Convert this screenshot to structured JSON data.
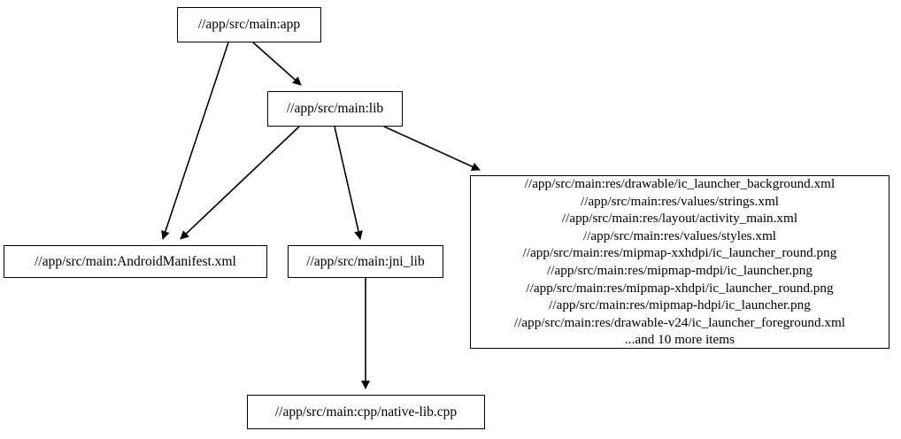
{
  "graph": {
    "type": "directed-dependency-graph",
    "background_color": "#ffffff",
    "node_border_color": "#000000",
    "edge_color": "#000000",
    "text_color": "#000000",
    "nodes": [
      {
        "id": "app",
        "label": "//app/src/main:app"
      },
      {
        "id": "lib",
        "label": "//app/src/main:lib"
      },
      {
        "id": "manifest",
        "label": "//app/src/main:AndroidManifest.xml"
      },
      {
        "id": "jni_lib",
        "label": "//app/src/main:jni_lib"
      },
      {
        "id": "res_group",
        "label": "//app/src/main:res/drawable/ic_launcher_background.xml\n//app/src/main:res/values/strings.xml\n//app/src/main:res/layout/activity_main.xml\n//app/src/main:res/values/styles.xml\n//app/src/main:res/mipmap-xxhdpi/ic_launcher_round.png\n//app/src/main:res/mipmap-mdpi/ic_launcher.png\n//app/src/main:res/mipmap-xhdpi/ic_launcher_round.png\n//app/src/main:res/mipmap-hdpi/ic_launcher.png\n//app/src/main:res/drawable-v24/ic_launcher_foreground.xml\n...and 10 more items",
        "lines": [
          "//app/src/main:res/drawable/ic_launcher_background.xml",
          "//app/src/main:res/values/strings.xml",
          "//app/src/main:res/layout/activity_main.xml",
          "//app/src/main:res/values/styles.xml",
          "//app/src/main:res/mipmap-xxhdpi/ic_launcher_round.png",
          "//app/src/main:res/mipmap-mdpi/ic_launcher.png",
          "//app/src/main:res/mipmap-xhdpi/ic_launcher_round.png",
          "//app/src/main:res/mipmap-hdpi/ic_launcher.png",
          "//app/src/main:res/drawable-v24/ic_launcher_foreground.xml",
          "...and 10 more items"
        ]
      },
      {
        "id": "cpp",
        "label": "//app/src/main:cpp/native-lib.cpp"
      }
    ],
    "edges": [
      {
        "from": "app",
        "to": "lib"
      },
      {
        "from": "app",
        "to": "manifest"
      },
      {
        "from": "lib",
        "to": "manifest"
      },
      {
        "from": "lib",
        "to": "jni_lib"
      },
      {
        "from": "lib",
        "to": "res_group"
      },
      {
        "from": "jni_lib",
        "to": "cpp"
      }
    ]
  }
}
